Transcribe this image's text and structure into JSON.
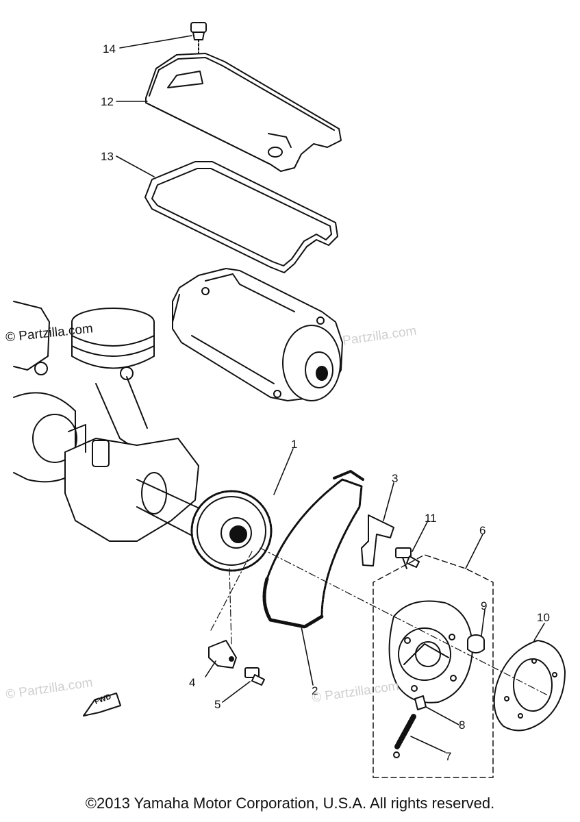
{
  "diagram": {
    "callouts": [
      "1",
      "2",
      "3",
      "4",
      "5",
      "6",
      "7",
      "8",
      "9",
      "10",
      "11",
      "12",
      "13",
      "14"
    ],
    "fwd_label": "FWD"
  },
  "watermarks": [
    "© Partzilla.com",
    "Partzilla.com",
    "© Partzilla.com",
    "© Partzilla.com"
  ],
  "copyright": "©2013 Yamaha Motor Corporation, U.S.A. All rights reserved.",
  "colors": {
    "ink": "#111111",
    "watermark": "#cfcfcf",
    "background": "#ffffff"
  }
}
